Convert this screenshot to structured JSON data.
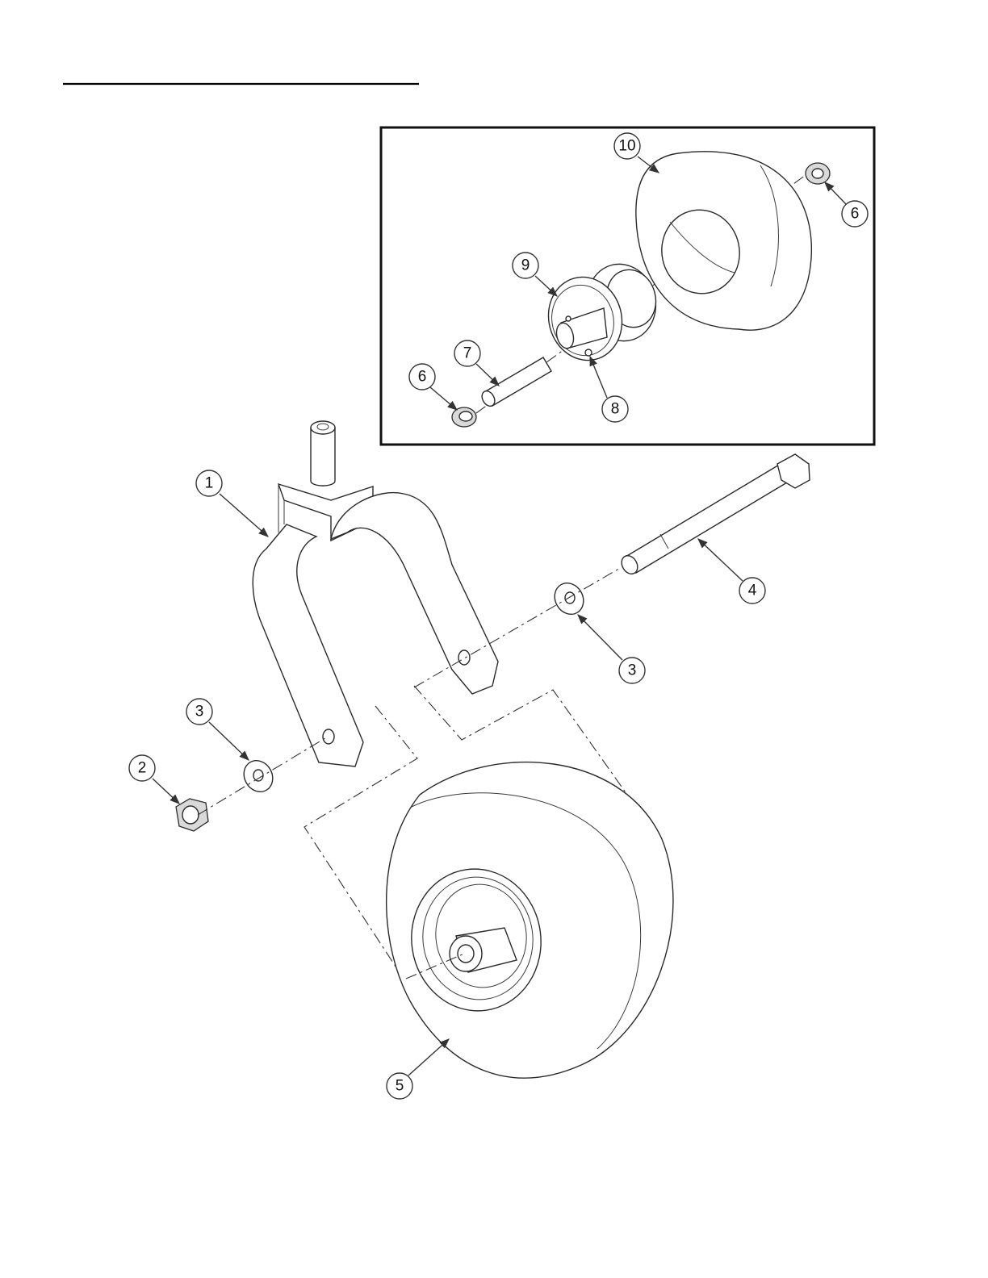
{
  "diagram": {
    "callouts": [
      {
        "id": "c1",
        "label": "1"
      },
      {
        "id": "c2",
        "label": "2"
      },
      {
        "id": "c3a",
        "label": "3"
      },
      {
        "id": "c3b",
        "label": "3"
      },
      {
        "id": "c4",
        "label": "4"
      },
      {
        "id": "c5",
        "label": "5"
      },
      {
        "id": "c6a",
        "label": "6"
      },
      {
        "id": "c6b",
        "label": "6"
      },
      {
        "id": "c7",
        "label": "7"
      },
      {
        "id": "c8",
        "label": "8"
      },
      {
        "id": "c9",
        "label": "9"
      },
      {
        "id": "c10",
        "label": "10"
      }
    ]
  }
}
